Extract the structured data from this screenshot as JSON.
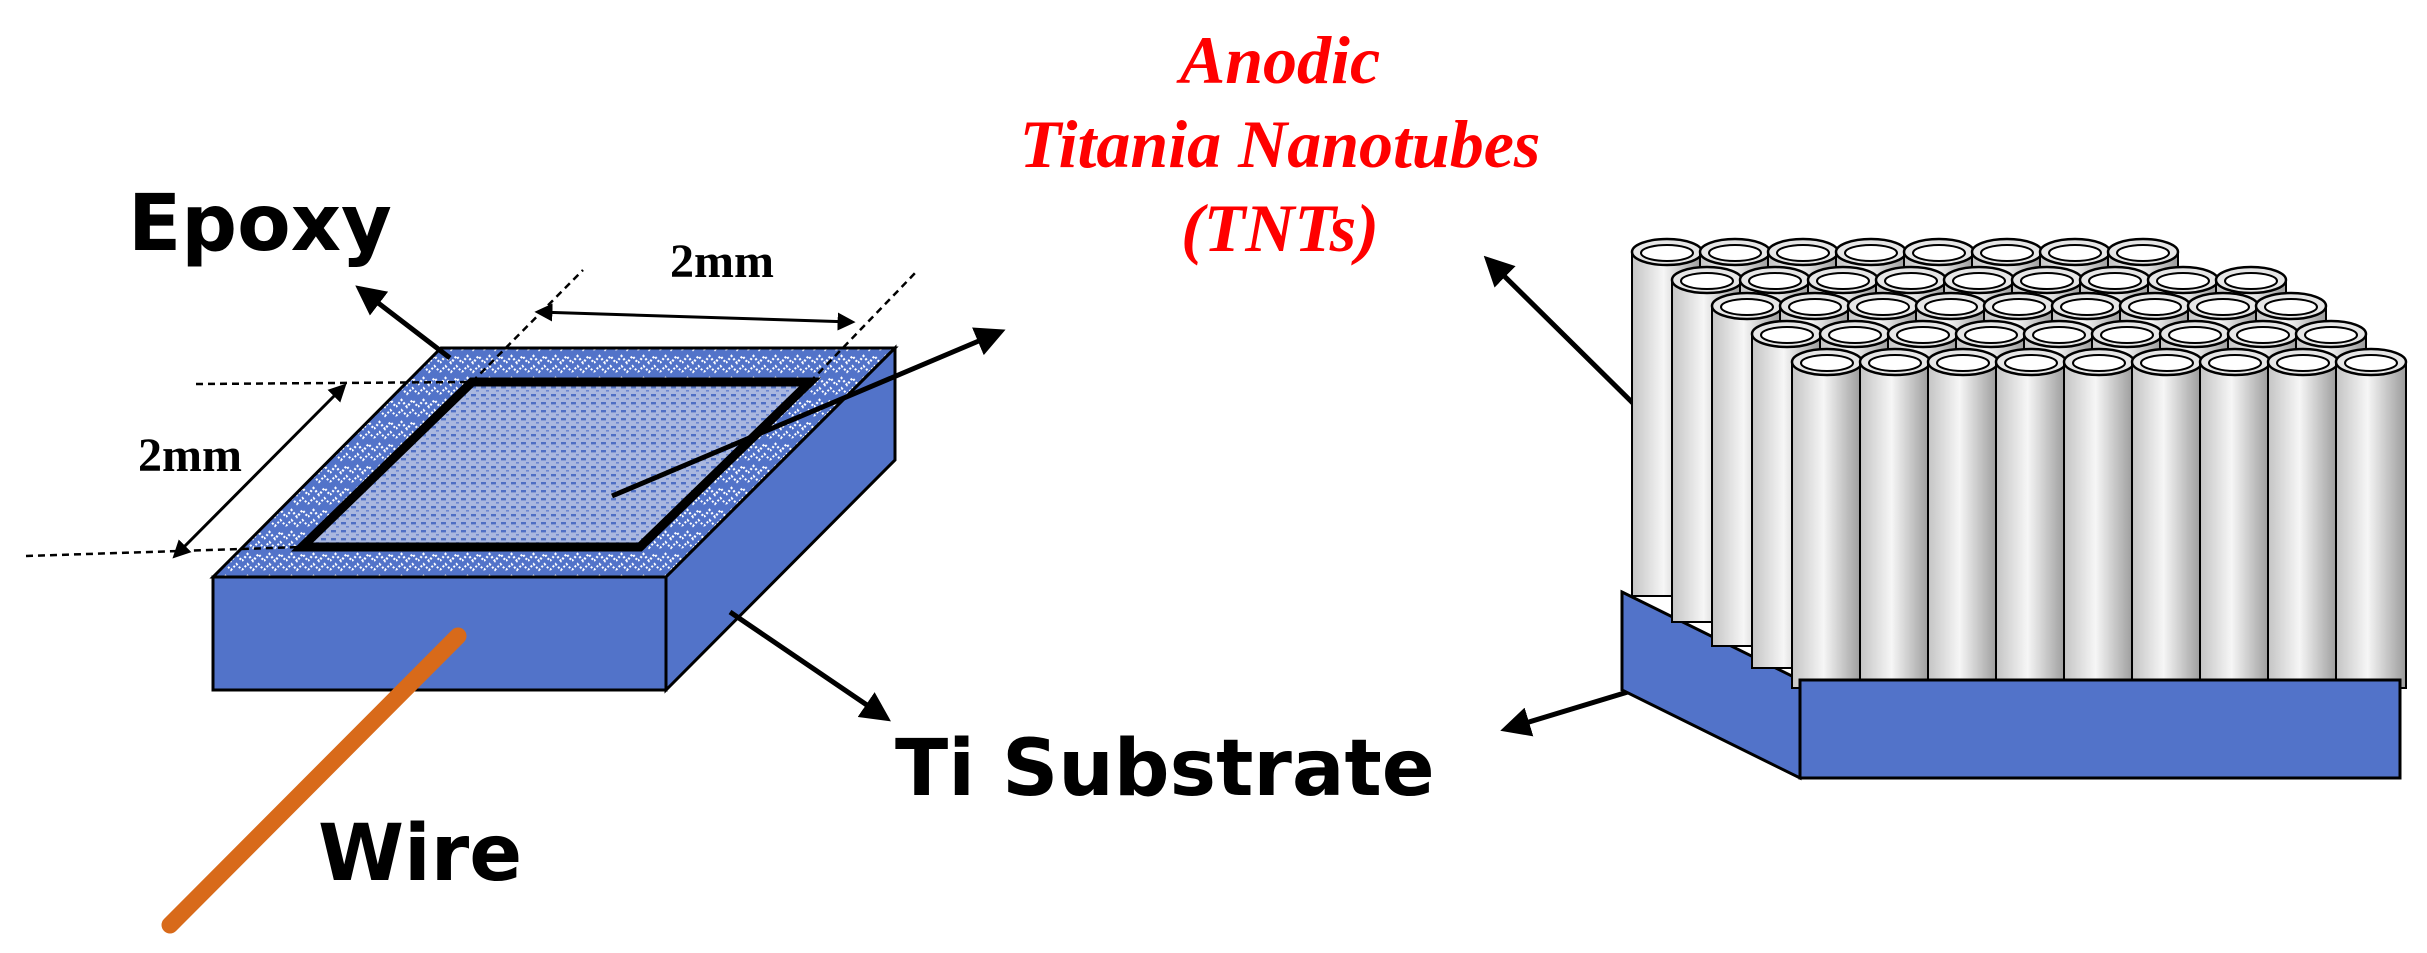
{
  "labels": {
    "epoxy": "Epoxy",
    "wire": "Wire",
    "substrate": "Ti Substrate",
    "dimension_top": "2mm",
    "dimension_left": "2mm"
  },
  "title": {
    "line1": "Anodic",
    "line2": "Titania  Nanotubes",
    "line3": "(TNTs)",
    "color": "#ff0000"
  },
  "colors": {
    "substrate": "#5273c9",
    "substrate_outline": "#000000",
    "wire": "#d86a1a",
    "epoxy_fill": "#5273c9",
    "tube_gradient": [
      "#c8c8c8",
      "#f4f4f4",
      "#9a9a9a"
    ]
  }
}
